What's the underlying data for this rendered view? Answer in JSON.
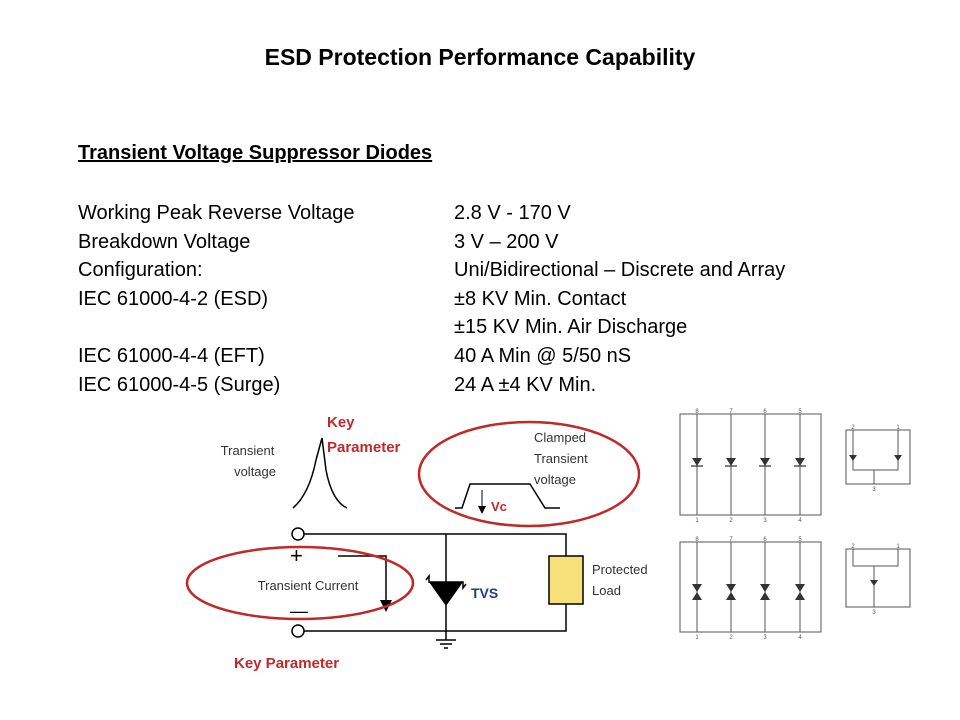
{
  "title": "ESD Protection Performance Capability",
  "subtitle": "Transient Voltage Suppressor Diodes",
  "specs": [
    {
      "label": "Working Peak Reverse Voltage",
      "value": "2.8 V - 170 V"
    },
    {
      "label": "Breakdown Voltage",
      "value": "3 V – 200 V"
    },
    {
      "label": "Configuration:",
      "value": "Uni/Bidirectional – Discrete and Array"
    },
    {
      "label": "IEC 61000-4-2 (ESD)",
      "value": "±8 KV Min. Contact"
    },
    {
      "label": "",
      "value": "±15 KV Min. Air Discharge"
    },
    {
      "label": "IEC 61000-4-4 (EFT)",
      "value": "40 A Min @ 5/50 nS"
    },
    {
      "label": "IEC 61000-4-5 (Surge)",
      "value": "24 A ±4 KV Min."
    }
  ],
  "diagram": {
    "transient_voltage": [
      "Transient",
      "voltage"
    ],
    "key_parameter_top": [
      "Key",
      "Parameter"
    ],
    "clamped": [
      "Clamped",
      "Transient",
      "voltage"
    ],
    "vc": "Vc",
    "transient_current": "Transient Current",
    "tvs": "TVS",
    "protected_load": [
      "Protected",
      "Load"
    ],
    "key_parameter_bottom": "Key Parameter",
    "plus": "+",
    "minus": "—"
  },
  "package_pins": {
    "top_row": [
      "8",
      "7",
      "6",
      "5"
    ],
    "bottom_row": [
      "1",
      "2",
      "3",
      "4"
    ],
    "small_top": [
      "2",
      "1"
    ],
    "small_bottom": "3"
  },
  "colors": {
    "accent": "#c0282a",
    "tvs_label": "#1f3c88",
    "load_fill": "#f5e07a"
  }
}
